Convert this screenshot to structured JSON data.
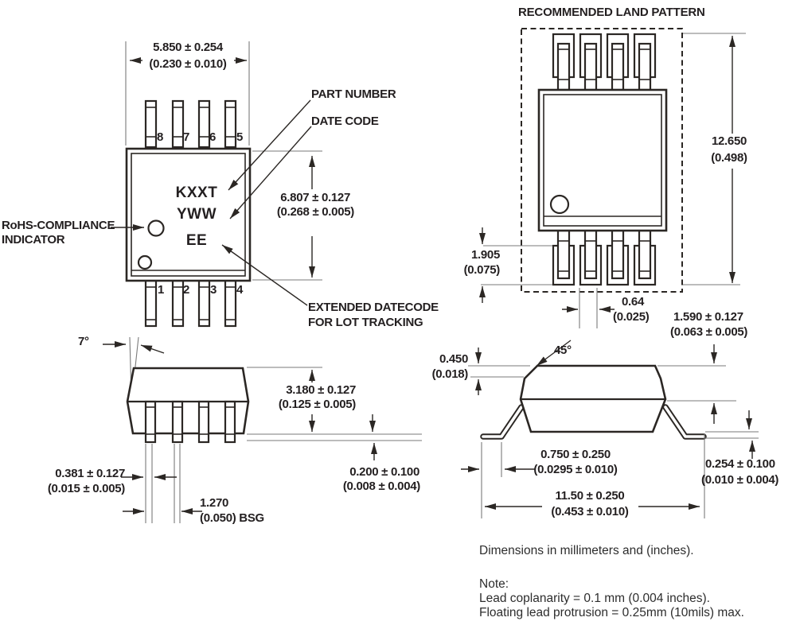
{
  "top_view": {
    "dim_width_mm": "5.850 ± 0.254",
    "dim_width_in": "(0.230 ± 0.010)",
    "dim_height_mm": "6.807 ± 0.127",
    "dim_height_in": "(0.268 ± 0.005)",
    "pin_top": [
      "8",
      "7",
      "6",
      "5"
    ],
    "pin_bottom": [
      "1",
      "2",
      "3",
      "4"
    ],
    "marking": [
      "KXXT",
      "YWW",
      "EE"
    ],
    "label_part_number": "PART NUMBER",
    "label_date_code": "DATE CODE",
    "label_rohs_line1": "RoHS-COMPLIANCE",
    "label_rohs_line2": "INDICATOR",
    "label_extended_line1": "EXTENDED DATECODE",
    "label_extended_line2": "FOR LOT TRACKING"
  },
  "land_pattern": {
    "title": "RECOMMENDED LAND PATTERN",
    "dim_overall_mm": "12.650",
    "dim_overall_in": "(0.498)",
    "dim_pad_length_mm": "1.905",
    "dim_pad_length_in": "(0.075)",
    "dim_pad_width_mm": "0.64",
    "dim_pad_width_in": "(0.025)"
  },
  "side_view": {
    "lead_angle": "7°",
    "dim_body_height_mm": "3.180 ± 0.127",
    "dim_body_height_in": "(0.125 ± 0.005)",
    "dim_standoff_mm": "0.200 ± 0.100",
    "dim_standoff_in": "(0.008 ± 0.004)",
    "dim_lead_width_mm": "0.381 ± 0.127",
    "dim_lead_width_in": "(0.015 ± 0.005)",
    "dim_pitch_mm": "1.270",
    "dim_pitch_in": "(0.050) BSG"
  },
  "end_view": {
    "chamfer_angle": "45°",
    "dim_chamfer_mm": "0.450",
    "dim_chamfer_in": "(0.018)",
    "dim_shoulder_mm": "1.590 ± 0.127",
    "dim_shoulder_in": "(0.063 ± 0.005)",
    "dim_foot_mm": "0.750 ± 0.250",
    "dim_foot_in": "(0.0295 ± 0.010)",
    "dim_lead_thickness_mm": "0.254 ± 0.100",
    "dim_lead_thickness_in": "(0.010 ± 0.004)",
    "dim_span_mm": "11.50 ± 0.250",
    "dim_span_in": "(0.453 ± 0.010)"
  },
  "notes": {
    "units": "Dimensions in millimeters and (inches).",
    "note_title": "Note:",
    "note1": "Lead coplanarity = 0.1 mm (0.004 inches).",
    "note2": "Floating lead protrusion = 0.25mm (10mils) max."
  },
  "colors": {
    "line": "#2b2724",
    "thin_line": "#7a7a7a",
    "text": "#231f20",
    "background": "#ffffff"
  }
}
